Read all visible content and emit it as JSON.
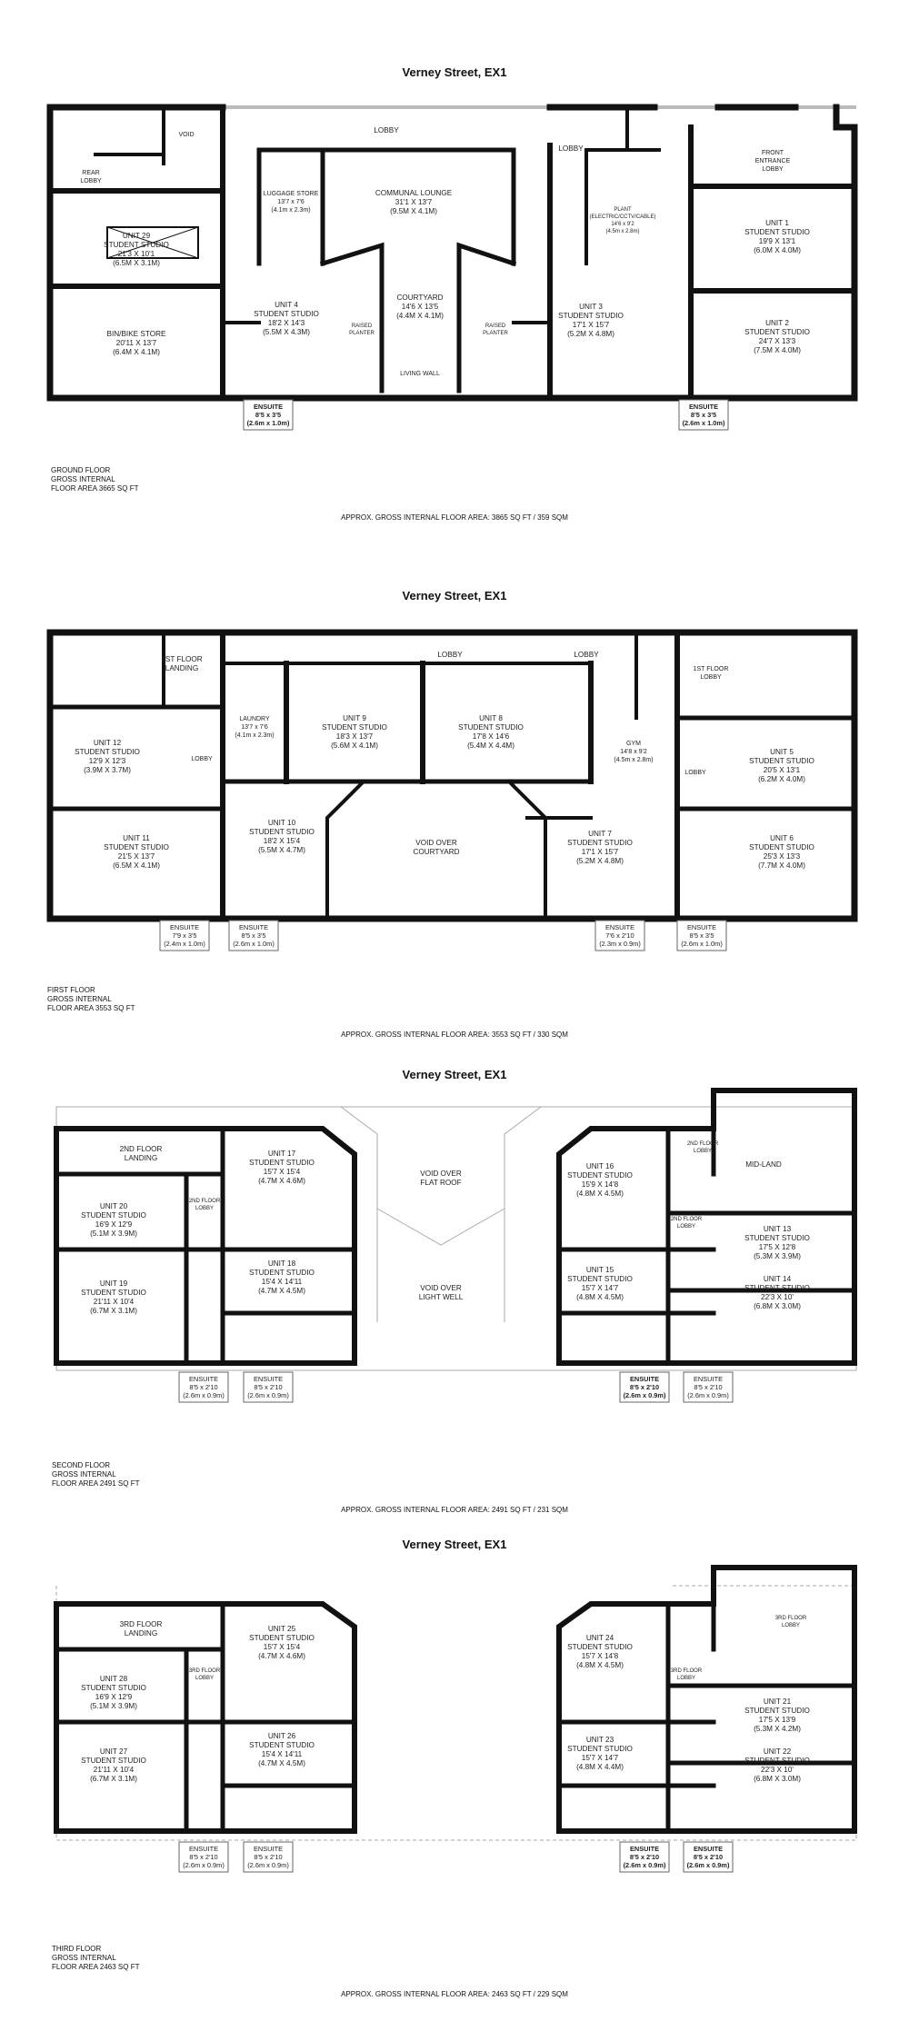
{
  "floors": [
    {
      "title": "Verney Street, EX1",
      "floor_label": [
        "GROUND FLOOR",
        "GROSS INTERNAL",
        "FLOOR AREA 3665 SQ FT"
      ],
      "approx": "APPROX. GROSS INTERNAL FLOOR AREA: 3865 SQ FT / 359 SQM",
      "rooms": [
        {
          "lines": [
            "LOBBY"
          ]
        },
        {
          "lines": [
            "LOBBY"
          ]
        },
        {
          "lines": [
            "VOID"
          ]
        },
        {
          "lines": [
            "REAR",
            "LOBBY"
          ]
        },
        {
          "lines": [
            "LUGGAGE STORE",
            "13'7 x 7'6",
            "(4.1m x 2.3m)"
          ]
        },
        {
          "lines": [
            "COMMUNAL LOUNGE",
            "31'1 x 13'7",
            "(9.5m x 4.1m)"
          ]
        },
        {
          "lines": [
            "PLANT",
            "(ELECTRIC/CCTV/CABLE)",
            "14'6 x 9'2",
            "(4.5m x 2.8m)"
          ]
        },
        {
          "lines": [
            "FRONT",
            "ENTRANCE",
            "LOBBY"
          ]
        },
        {
          "lines": [
            "UNIT 29",
            "STUDENT STUDIO",
            "21'3 x 10'1",
            "(6.5m x 3.1m)"
          ]
        },
        {
          "lines": [
            "UNIT 1",
            "STUDENT STUDIO",
            "19'9 x 13'1",
            "(6.0m x 4.0m)"
          ]
        },
        {
          "lines": [
            "BIN/BIKE STORE",
            "20'11 x 13'7",
            "(6.4m x 4.1m)"
          ]
        },
        {
          "lines": [
            "UNIT 4",
            "STUDENT STUDIO",
            "18'2 x 14'3",
            "(5.5m x 4.3m)"
          ]
        },
        {
          "lines": [
            "COURTYARD",
            "14'6 x 13'5",
            "(4.4m x 4.1m)"
          ]
        },
        {
          "lines": [
            "RAISED",
            "PLANTER"
          ]
        },
        {
          "lines": [
            "RAISED",
            "PLANTER"
          ]
        },
        {
          "lines": [
            "LIVING WALL"
          ]
        },
        {
          "lines": [
            "UNIT 3",
            "STUDENT STUDIO",
            "17'1 x 15'7",
            "(5.2m x 4.8m)"
          ]
        },
        {
          "lines": [
            "UNIT 2",
            "STUDENT STUDIO",
            "24'7 x 13'3",
            "(7.5m x 4.0m)"
          ]
        }
      ],
      "ensuites": [
        {
          "lines": [
            "ENSUITE",
            "8'5 x 3'5",
            "(2.6m x 1.0m)"
          ],
          "bold": true
        },
        {
          "lines": [
            "ENSUITE",
            "8'5 x 3'5",
            "(2.6m x 1.0m)"
          ],
          "bold": true
        }
      ]
    },
    {
      "title": "Verney Street, EX1",
      "floor_label": [
        "FIRST FLOOR",
        "GROSS INTERNAL",
        "FLOOR AREA 3553 SQ FT"
      ],
      "approx": "APPROX. GROSS INTERNAL FLOOR AREA: 3553 SQ FT / 330 SQM",
      "rooms": [
        {
          "lines": [
            "LOBBY"
          ]
        },
        {
          "lines": [
            "LOBBY"
          ]
        },
        {
          "lines": [
            "1ST FLOOR",
            "LANDING"
          ]
        },
        {
          "lines": [
            "1ST FLOOR",
            "LOBBY"
          ]
        },
        {
          "lines": [
            "LAUNDRY",
            "13'7 x 7'6",
            "(4.1m x 2.3m)"
          ]
        },
        {
          "lines": [
            "UNIT 9",
            "STUDENT STUDIO",
            "18'3 x 13'7",
            "(5.6m x 4.1m)"
          ]
        },
        {
          "lines": [
            "UNIT 8",
            "STUDENT STUDIO",
            "17'8 x 14'6",
            "(5.4m x 4.4m)"
          ]
        },
        {
          "lines": [
            "GYM",
            "14'8 x 9'2",
            "(4.5m x 2.8m)"
          ]
        },
        {
          "lines": [
            "UNIT 12",
            "STUDENT STUDIO",
            "12'9 x 12'3",
            "(3.9m x 3.7m)"
          ]
        },
        {
          "lines": [
            "LOBBY"
          ]
        },
        {
          "lines": [
            "UNIT 5",
            "STUDENT STUDIO",
            "20'5 x 13'1",
            "(6.2m x 4.0m)"
          ]
        },
        {
          "lines": [
            "LOBBY"
          ]
        },
        {
          "lines": [
            "UNIT 11",
            "STUDENT STUDIO",
            "21'5 x 13'7",
            "(6.5m x 4.1m)"
          ]
        },
        {
          "lines": [
            "UNIT 10",
            "STUDENT STUDIO",
            "18'2 x 15'4",
            "(5.5m x 4.7m)"
          ]
        },
        {
          "lines": [
            "VOID OVER",
            "COURTYARD"
          ]
        },
        {
          "lines": [
            "UNIT 7",
            "STUDENT STUDIO",
            "17'1 x 15'7",
            "(5.2m x 4.8m)"
          ]
        },
        {
          "lines": [
            "UNIT 6",
            "STUDENT STUDIO",
            "25'3 x 13'3",
            "(7.7m x 4.0m)"
          ]
        }
      ],
      "ensuites": [
        {
          "lines": [
            "ENSUITE",
            "7'9 x 3'5",
            "(2.4m x 1.0m)"
          ],
          "bold": false
        },
        {
          "lines": [
            "ENSUITE",
            "8'5 x 3'5",
            "(2.6m x 1.0m)"
          ],
          "bold": false
        },
        {
          "lines": [
            "ENSUITE",
            "7'6 x 2'10",
            "(2.3m x 0.9m)"
          ],
          "bold": false
        },
        {
          "lines": [
            "ENSUITE",
            "8'5 x 3'5",
            "(2.6m x 1.0m)"
          ],
          "bold": false
        }
      ]
    },
    {
      "title": "Verney Street, EX1",
      "floor_label": [
        "SECOND FLOOR",
        "GROSS INTERNAL",
        "FLOOR AREA 2491 SQ FT"
      ],
      "approx": "APPROX. GROSS INTERNAL FLOOR AREA: 2491 SQ FT / 231 SQM",
      "rooms": [
        {
          "lines": [
            "2ND FLOOR",
            "LANDING"
          ]
        },
        {
          "lines": [
            "2ND FLOOR",
            "LOBBY"
          ]
        },
        {
          "lines": [
            "MID-LAND"
          ]
        },
        {
          "lines": [
            "UNIT 17",
            "STUDENT STUDIO",
            "15'7 x 15'4",
            "(4.7m x 4.6m)"
          ]
        },
        {
          "lines": [
            "VOID OVER",
            "FLAT ROOF"
          ]
        },
        {
          "lines": [
            "UNIT 16",
            "STUDENT STUDIO",
            "15'9 x 14'8",
            "(4.8m x 4.5m)"
          ]
        },
        {
          "lines": [
            "UNIT 20",
            "STUDENT STUDIO",
            "16'9 x 12'9",
            "(5.1m x 3.9m)"
          ]
        },
        {
          "lines": [
            "2ND FLOOR",
            "LOBBY"
          ]
        },
        {
          "lines": [
            "2ND FLOOR",
            "LOBBY"
          ]
        },
        {
          "lines": [
            "UNIT 13",
            "STUDENT STUDIO",
            "17'5 x 12'8",
            "(5.3m x 3.9m)"
          ]
        },
        {
          "lines": [
            "UNIT 19",
            "STUDENT STUDIO",
            "21'11 x 10'4",
            "(6.7m x 3.1m)"
          ]
        },
        {
          "lines": [
            "UNIT 18",
            "STUDENT STUDIO",
            "15'4 x 14'11",
            "(4.7m x 4.5m)"
          ]
        },
        {
          "lines": [
            "VOID OVER",
            "LIGHT WELL"
          ]
        },
        {
          "lines": [
            "UNIT 15",
            "STUDENT STUDIO",
            "15'7 x 14'7",
            "(4.8m x 4.5m)"
          ]
        },
        {
          "lines": [
            "UNIT 14",
            "STUDENT STUDIO",
            "22'3 x 10'",
            "(6.8m x 3.0m)"
          ]
        }
      ],
      "ensuites": [
        {
          "lines": [
            "ENSUITE",
            "8'5 x 2'10",
            "(2.6m x 0.9m)"
          ],
          "bold": false
        },
        {
          "lines": [
            "ENSUITE",
            "8'5 x 2'10",
            "(2.6m x 0.9m)"
          ],
          "bold": false
        },
        {
          "lines": [
            "ENSUITE",
            "8'5 x 2'10",
            "(2.6m x 0.9m)"
          ],
          "bold": true
        },
        {
          "lines": [
            "ENSUITE",
            "8'5 x 2'10",
            "(2.6m x 0.9m)"
          ],
          "bold": false
        }
      ]
    },
    {
      "title": "Verney Street, EX1",
      "floor_label": [
        "THIRD FLOOR",
        "GROSS INTERNAL",
        "FLOOR AREA 2463 SQ FT"
      ],
      "approx": "APPROX. GROSS INTERNAL FLOOR AREA: 2463 SQ FT / 229 SQM",
      "rooms": [
        {
          "lines": [
            "3RD FLOOR",
            "LANDING"
          ]
        },
        {
          "lines": [
            "3RD FLOOR",
            "LOBBY"
          ]
        },
        {
          "lines": [
            "UNIT 25",
            "STUDENT STUDIO",
            "15'7 x 15'4",
            "(4.7m x 4.6m)"
          ]
        },
        {
          "lines": [
            "UNIT 24",
            "STUDENT STUDIO",
            "15'7 x 14'8",
            "(4.8m x 4.5m)"
          ]
        },
        {
          "lines": [
            "UNIT 28",
            "STUDENT STUDIO",
            "16'9 x 12'9",
            "(5.1m x 3.9m)"
          ]
        },
        {
          "lines": [
            "3RD FLOOR",
            "LOBBY"
          ]
        },
        {
          "lines": [
            "3RD FLOOR",
            "LOBBY"
          ]
        },
        {
          "lines": [
            "UNIT 21",
            "STUDENT STUDIO",
            "17'5 x 13'9",
            "(5.3m x 4.2m)"
          ]
        },
        {
          "lines": [
            "UNIT 27",
            "STUDENT STUDIO",
            "21'11 x 10'4",
            "(6.7m x 3.1m)"
          ]
        },
        {
          "lines": [
            "UNIT 26",
            "STUDENT STUDIO",
            "15'4 x 14'11",
            "(4.7m x 4.5m)"
          ]
        },
        {
          "lines": [
            "UNIT 23",
            "STUDENT STUDIO",
            "15'7 x 14'7",
            "(4.8m x 4.4m)"
          ]
        },
        {
          "lines": [
            "UNIT 22",
            "STUDENT STUDIO",
            "22'3 x 10'",
            "(6.8m x 3.0m)"
          ]
        }
      ],
      "ensuites": [
        {
          "lines": [
            "ENSUITE",
            "8'5 x 2'10",
            "(2.6m x 0.9m)"
          ],
          "bold": false
        },
        {
          "lines": [
            "ENSUITE",
            "8'5 x 2'10",
            "(2.6m x 0.9m)"
          ],
          "bold": false
        },
        {
          "lines": [
            "ENSUITE",
            "8'5 x 2'10",
            "(2.6m x 0.9m)"
          ],
          "bold": true
        },
        {
          "lines": [
            "ENSUITE",
            "8'5 x 2'10",
            "(2.6m x 0.9m)"
          ],
          "bold": true
        }
      ]
    }
  ]
}
